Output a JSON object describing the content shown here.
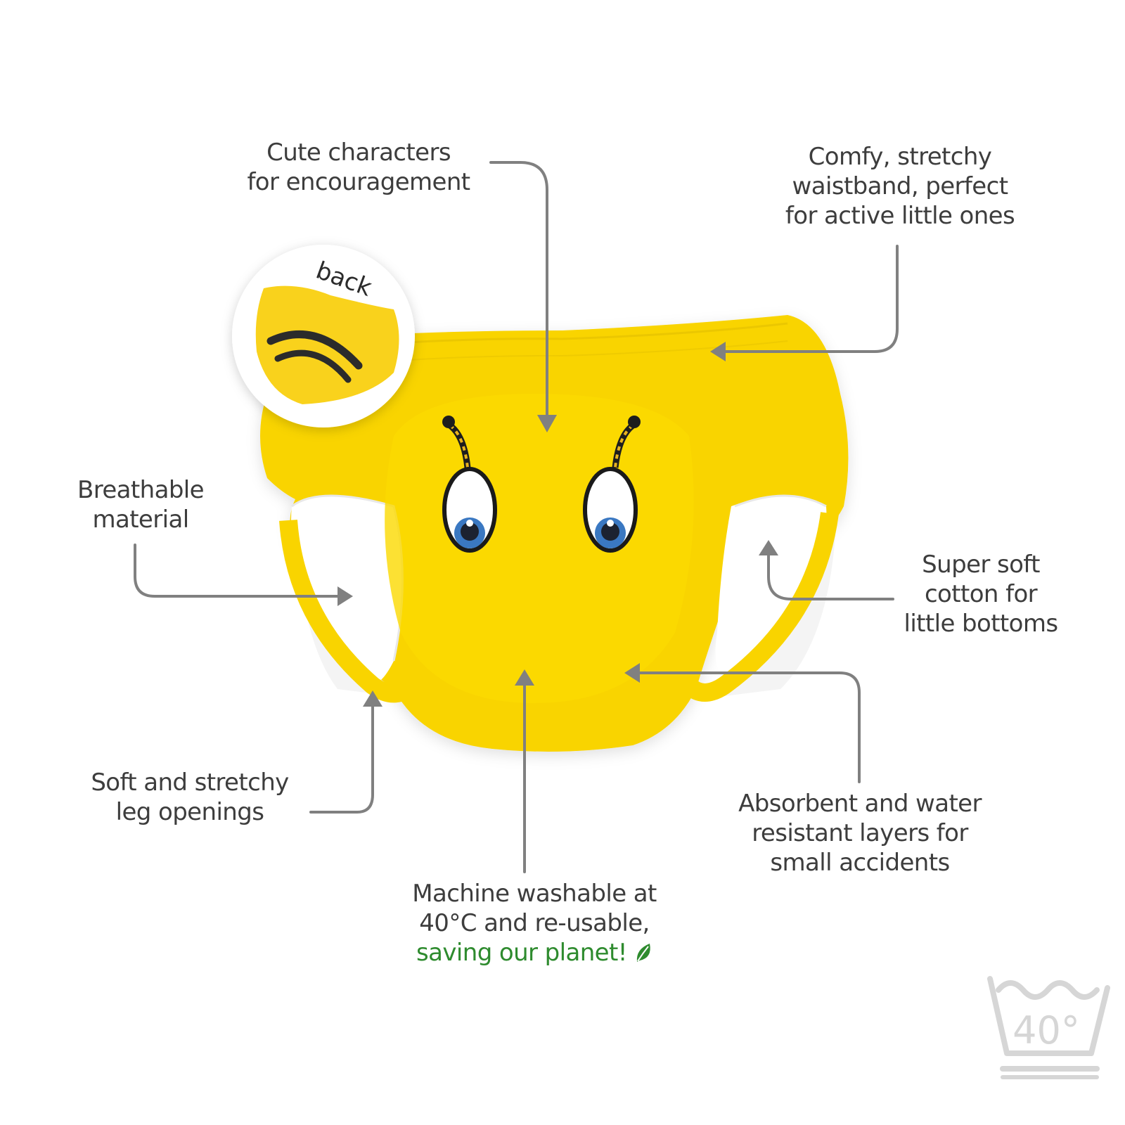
{
  "callouts": {
    "characters": [
      "Cute characters",
      "for encouragement"
    ],
    "waistband": [
      "Comfy, stretchy",
      "waistband, perfect",
      "for active little ones"
    ],
    "breathable": [
      "Breathable",
      "material"
    ],
    "cotton": [
      "Super soft",
      "cotton for",
      "little bottoms"
    ],
    "leg_openings": [
      "Soft and stretchy",
      "leg openings"
    ],
    "absorbent": [
      "Absorbent and water",
      "resistant layers for",
      "small accidents"
    ],
    "washable": [
      "Machine washable at",
      "40°C and re-usable,"
    ],
    "washable_green": "saving our planet!"
  },
  "inset": {
    "label": "back"
  },
  "wash_symbol": {
    "temperature": "40°"
  },
  "icons": [
    "leaf-icon",
    "wash-40-icon",
    "arrow-icon"
  ],
  "colors": {
    "text": "#3d3d3d",
    "arrow": "#808080",
    "garment_yellow": "#f9d400",
    "garment_shade": "#e6c200",
    "eye_blue": "#3a78c2",
    "eco_green": "#2e8b2e",
    "wash_symbol_gray": "#d6d6d6"
  }
}
